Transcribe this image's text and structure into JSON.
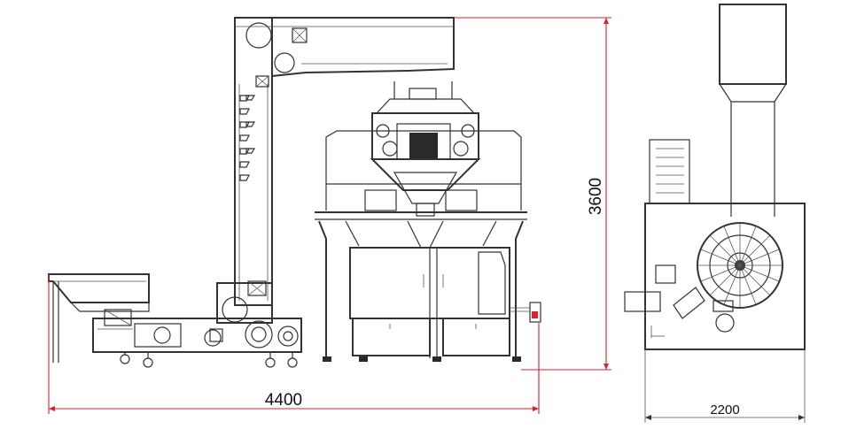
{
  "dimensions": {
    "overall_length": "4400",
    "overall_height": "3600",
    "overall_width": "2200"
  },
  "colors": {
    "line": "#333333",
    "dimension_line": "#e0202a",
    "background": "#ffffff"
  }
}
